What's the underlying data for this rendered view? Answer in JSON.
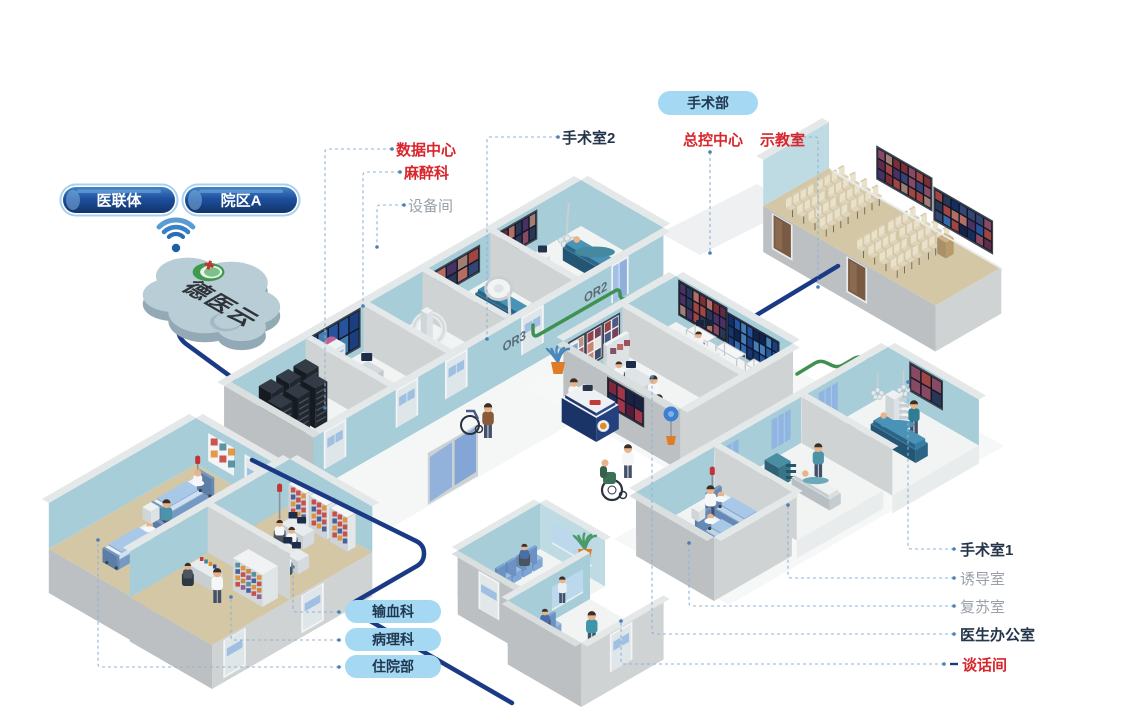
{
  "cloud": {
    "label": "德医云"
  },
  "top_pills": [
    {
      "label": "医联体"
    },
    {
      "label": "院区A"
    }
  ],
  "dept_pill": {
    "label": "手术部"
  },
  "labels": {
    "data_center": "数据中心",
    "anesthesia": "麻醉科",
    "equipment": "设备间",
    "or2": "手术室2",
    "master_control": "总控中心",
    "demo_room": "示教室",
    "or1": "手术室1",
    "induction": "诱导室",
    "recovery": "复苏室",
    "doctor_office": "医生办公室",
    "talk_room": "谈话间"
  },
  "bottom_pills": [
    {
      "label": "输血科"
    },
    {
      "label": "病理科"
    },
    {
      "label": "住院部"
    }
  ],
  "wall_texts": {
    "or2": "OR2",
    "or3": "OR3"
  },
  "colors": {
    "label_red": "#d8262c",
    "label_dark": "#25354a",
    "label_gray": "#9aa1a8",
    "cable_navy": "#1b3a86",
    "cable_green": "#3f9152",
    "wall_teal": "#a7cdd8",
    "pill_dark_blue": "#1e4f9e",
    "pill_light_blue": "#a5d8f2"
  }
}
